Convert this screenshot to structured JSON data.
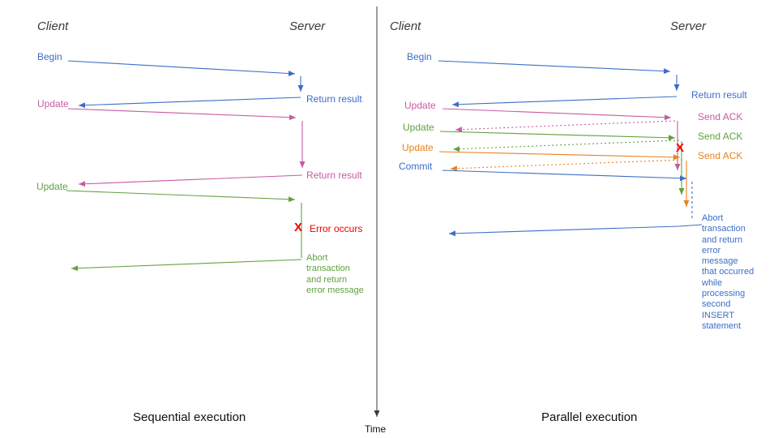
{
  "colors": {
    "blue": "#3C6EC6",
    "pink": "#C65BA0",
    "green": "#5FA13E",
    "orange": "#E8821E",
    "red": "#EE0000",
    "axis": "#3c3c3c"
  },
  "icons": {
    "error_x": "X"
  },
  "timeline": {
    "label": "Time"
  },
  "left": {
    "title": "Sequential execution",
    "client_header": "Client",
    "server_header": "Server",
    "labels": {
      "begin": "Begin",
      "return_result_1": "Return result",
      "update_1": "Update",
      "return_result_2": "Return result",
      "update_2": "Update",
      "error": "Error occurs",
      "abort": "Abort\ntransaction\nand return\nerror message"
    }
  },
  "right": {
    "title": "Parallel execution",
    "client_header": "Client",
    "server_header": "Server",
    "labels": {
      "begin": "Begin",
      "return_result": "Return result",
      "update_1": "Update",
      "send_ack_1": "Send ACK",
      "update_2": "Update",
      "send_ack_2": "Send ACK",
      "update_3": "Update",
      "send_ack_3": "Send ACK",
      "commit": "Commit",
      "abort": "Abort\ntransaction\nand return\nerror\nmessage\nthat occurred\nwhile\nprocessing\nsecond\nINSERT\nstatement"
    }
  }
}
